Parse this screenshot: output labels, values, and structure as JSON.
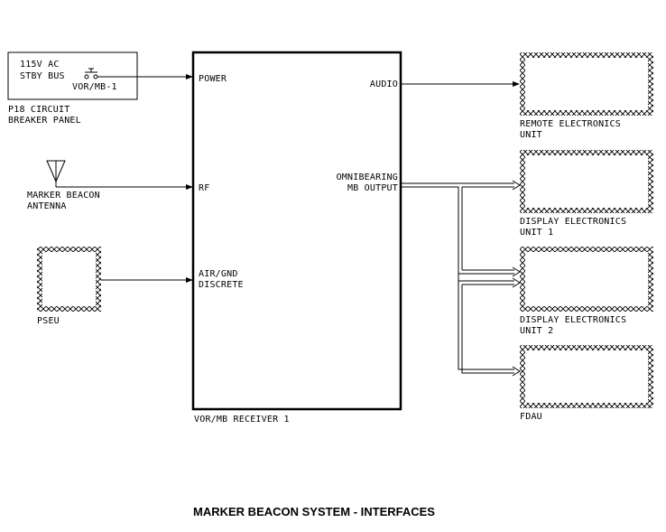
{
  "title": "MARKER BEACON SYSTEM - INTERFACES",
  "receiver": {
    "name": "VOR/MB RECEIVER 1",
    "ports": {
      "power": "POWER",
      "rf": "RF",
      "airgnd": [
        "AIR/GND",
        "DISCRETE"
      ],
      "audio": "AUDIO",
      "omni": [
        "OMNIBEARING",
        "MB OUTPUT"
      ]
    }
  },
  "panel": {
    "bus": [
      "115V AC",
      "STBY BUS"
    ],
    "breaker": "VOR/MB-1",
    "caption": [
      "P18 CIRCUIT",
      "BREAKER PANEL"
    ]
  },
  "antenna": {
    "caption": [
      "MARKER BEACON",
      "ANTENNA"
    ]
  },
  "pseu": {
    "caption": "PSEU"
  },
  "units": [
    {
      "caption": [
        "REMOTE ELECTRONICS",
        "UNIT"
      ]
    },
    {
      "caption": [
        "DISPLAY ELECTRONICS",
        "UNIT 1"
      ]
    },
    {
      "caption": [
        "DISPLAY ELECTRONICS",
        "UNIT 2"
      ]
    },
    {
      "caption": [
        "FDAU"
      ]
    }
  ]
}
